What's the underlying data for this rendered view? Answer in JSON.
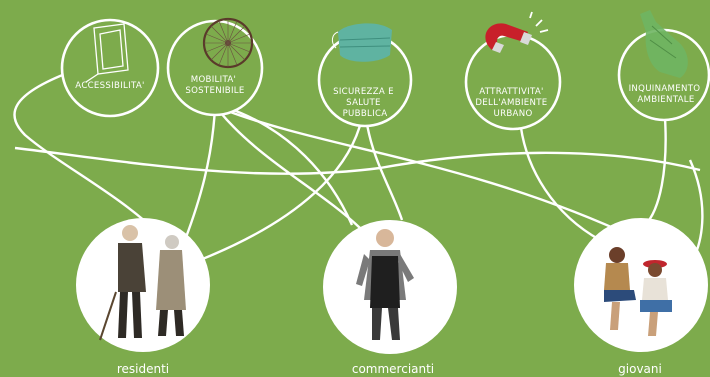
{
  "topics": [
    {
      "id": "accessibilita",
      "label": "ACCESSIBILITA'",
      "icon": "door-frame-icon"
    },
    {
      "id": "mobilita",
      "label": "MOBILITA' SOSTENIBILE",
      "icon": "bicycle-wheel-icon"
    },
    {
      "id": "sicurezza",
      "label": "SICUREZZA E SALUTE PUBBLICA",
      "icon": "face-mask-icon"
    },
    {
      "id": "attrattivita",
      "label": "ATTRATTIVITA' DELL'AMBIENTE URBANO",
      "icon": "magnet-icon"
    },
    {
      "id": "inquinamento",
      "label": "INQUINAMENTO AMBIENTALE",
      "icon": "plastic-bottle-icon"
    }
  ],
  "groups": [
    {
      "id": "residenti",
      "label": "residenti",
      "icon": "elderly-couple-photo"
    },
    {
      "id": "commercianti",
      "label": "commercianti",
      "icon": "shopkeeper-photo"
    },
    {
      "id": "giovani",
      "label": "giovani",
      "icon": "young-people-photo"
    }
  ],
  "colors": {
    "background": "#7dab4c",
    "lines": "#ffffff"
  }
}
